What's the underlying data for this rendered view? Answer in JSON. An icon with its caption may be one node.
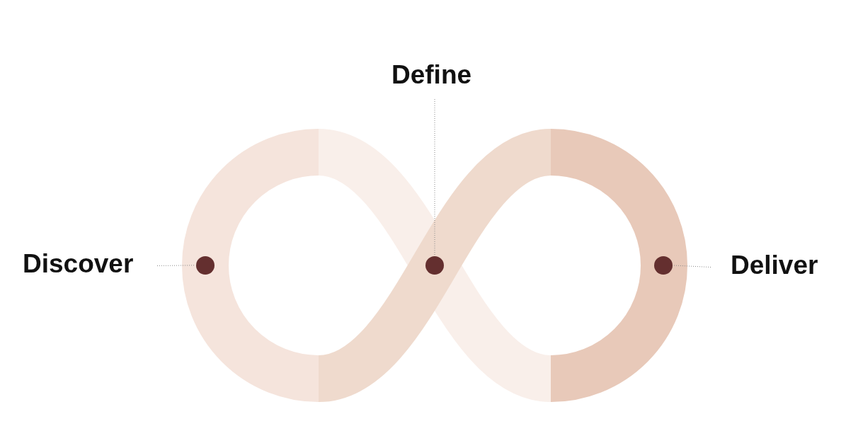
{
  "diagram": {
    "nodes": [
      {
        "text": [
          "Discover"
        ]
      },
      {
        "text": [],
        "shape": "circle"
      },
      {
        "text": [
          "Define"
        ]
      },
      {
        "text": [],
        "shape": "circle"
      },
      {
        "text": [
          "Deliver"
        ]
      },
      {
        "text": [],
        "shape": "circle"
      }
    ],
    "edges": [
      {
        "from": 0,
        "to": 1,
        "arrow": "none",
        "style": "dashed"
      },
      {
        "from": 2,
        "to": 3,
        "arrow": "none",
        "style": "dashed"
      },
      {
        "from": 4,
        "to": 5,
        "arrow": "none",
        "style": "dashed"
      }
    ]
  }
}
